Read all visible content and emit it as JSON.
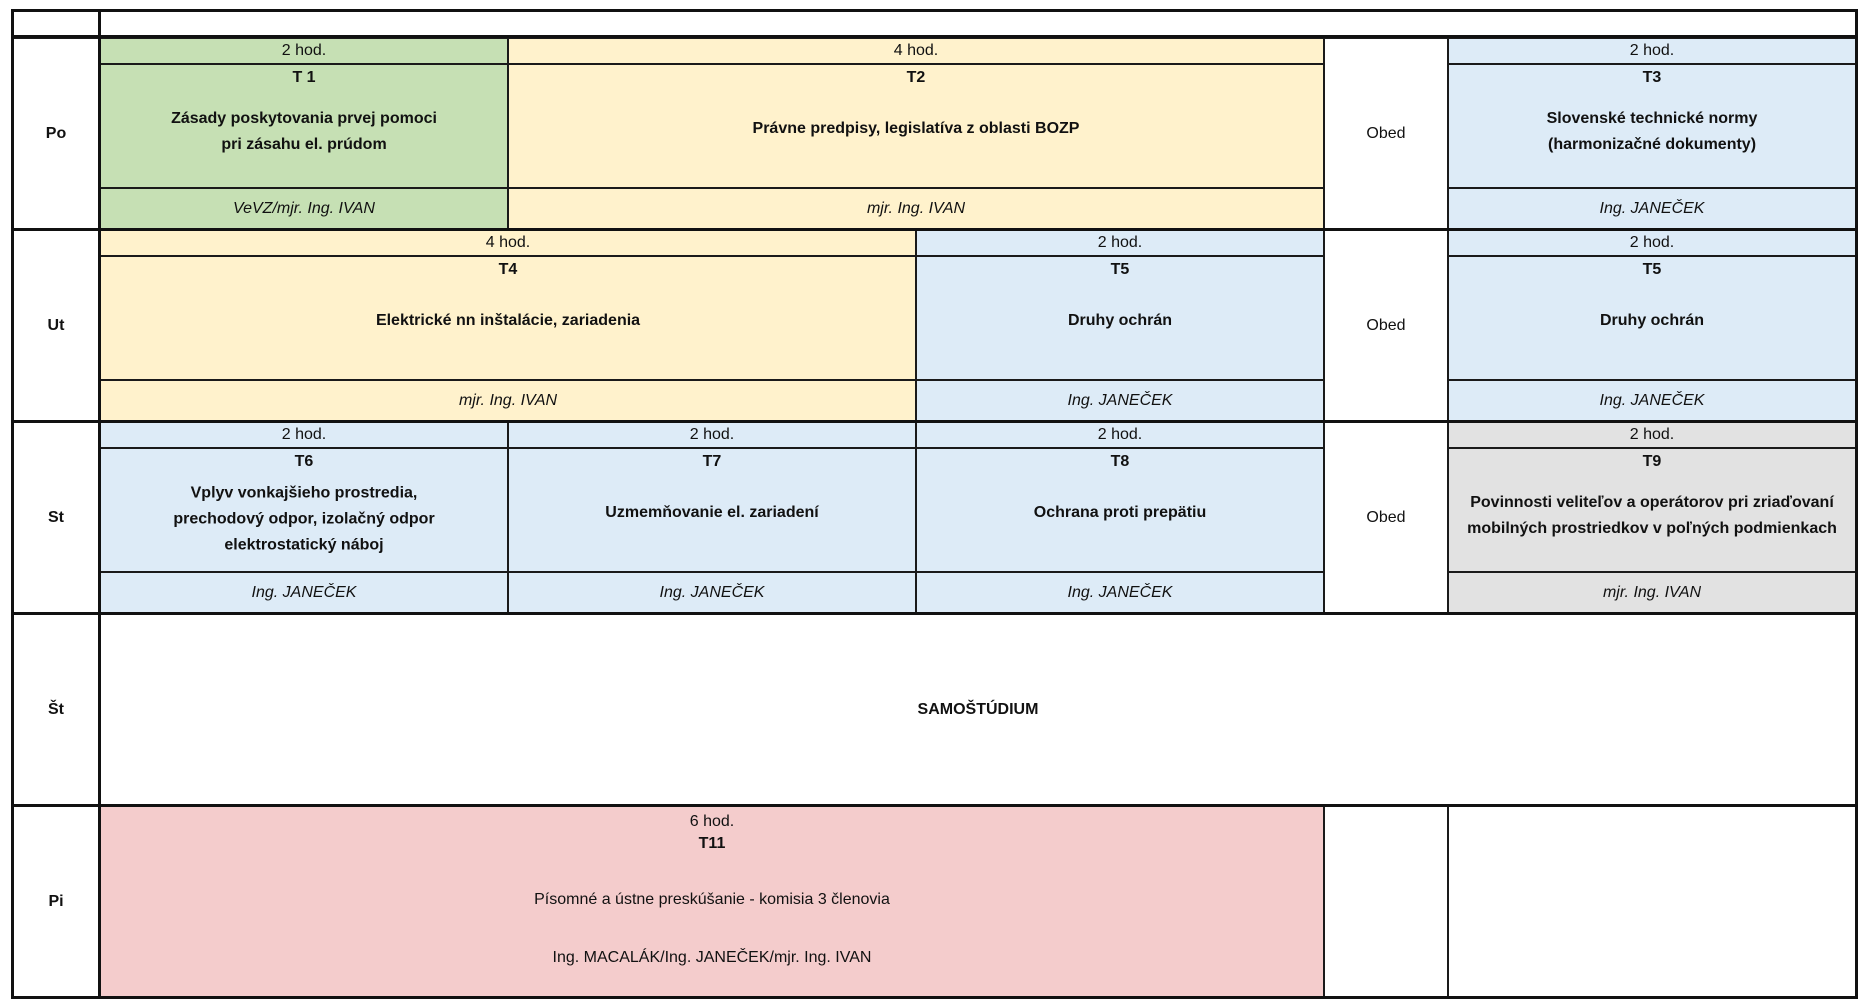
{
  "header": {
    "corner": "",
    "title": ""
  },
  "lunch_label": "Obed",
  "days": {
    "po": {
      "label": "Po",
      "t1": {
        "hours": "2 hod.",
        "code": "T 1",
        "title": "Zásady poskytovania prvej pomoci\npri zásahu el. prúdom",
        "instructor": "VeVZ/mjr. Ing. IVAN"
      },
      "t2": {
        "hours": "4 hod.",
        "code": "T2",
        "title": "Právne predpisy, legislatíva z oblasti BOZP",
        "instructor": "mjr. Ing. IVAN"
      },
      "t3": {
        "hours": "2 hod.",
        "code": "T3",
        "title": "Slovenské technické normy\n(harmonizačné dokumenty)",
        "instructor": "Ing. JANEČEK"
      }
    },
    "ut": {
      "label": "Ut",
      "t4": {
        "hours": "4 hod.",
        "code": "T4",
        "title": "Elektrické nn inštalácie, zariadenia",
        "instructor": "mjr. Ing. IVAN"
      },
      "t5a": {
        "hours": "2 hod.",
        "code": "T5",
        "title": "Druhy ochrán",
        "instructor": "Ing. JANEČEK"
      },
      "t5b": {
        "hours": "2 hod.",
        "code": "T5",
        "title": "Druhy ochrán",
        "instructor": "Ing. JANEČEK"
      }
    },
    "st": {
      "label": "St",
      "t6": {
        "hours": "2 hod.",
        "code": "T6",
        "title": "Vplyv vonkajšieho prostredia,\nprechodový odpor, izolačný odpor\nelektrostatický náboj",
        "instructor": "Ing. JANEČEK"
      },
      "t7": {
        "hours": "2 hod.",
        "code": "T7",
        "title": "Uzmemňovanie el. zariadení",
        "instructor": "Ing. JANEČEK"
      },
      "t8": {
        "hours": "2 hod.",
        "code": "T8",
        "title": "Ochrana proti prepätiu",
        "instructor": "Ing. JANEČEK"
      },
      "t9": {
        "hours": "2 hod.",
        "code": "T9",
        "title": "Povinnosti veliteľov a operátorov pri zriaďovaní\nmobilných prostriedkov v poľných podmienkach",
        "instructor": "mjr. Ing. IVAN"
      }
    },
    "stv": {
      "label": "Št",
      "self_study": "SAMOŠTÚDIUM"
    },
    "pi": {
      "label": "Pi",
      "t11": {
        "hours": "6 hod.",
        "code": "T11",
        "title": "Písomné a ústne preskúšanie - komisia 3 členovia",
        "instructor": "Ing. MACALÁK/Ing. JANEČEK/mjr. Ing. IVAN"
      }
    }
  }
}
